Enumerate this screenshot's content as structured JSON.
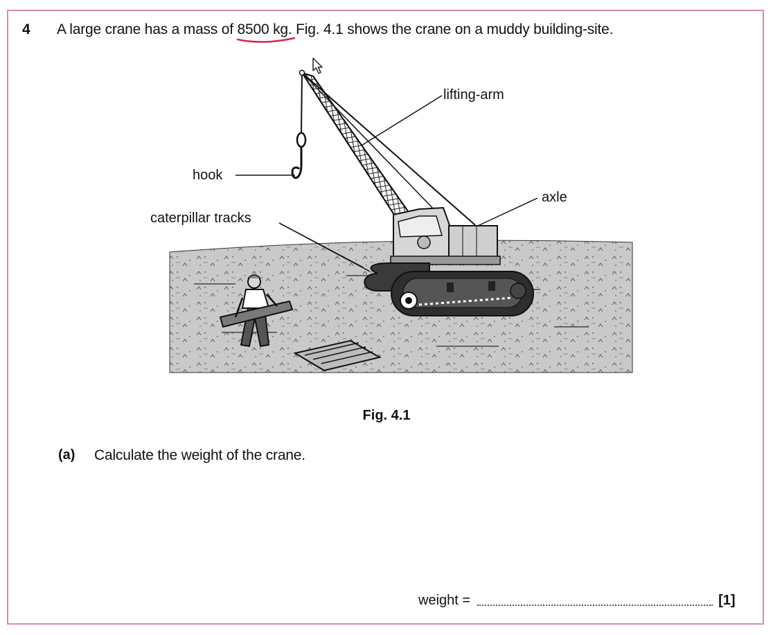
{
  "question": {
    "number": "4",
    "text_before": "A large crane has a mass of ",
    "mass_value": "8500 kg",
    "text_after": ". Fig. 4.1 shows the crane on a muddy building-site."
  },
  "figure": {
    "labels": {
      "lifting_arm": "lifting-arm",
      "hook": "hook",
      "axle": "axle",
      "caterpillar_tracks": "caterpillar tracks"
    },
    "caption": "Fig. 4.1"
  },
  "part_a": {
    "label": "(a)",
    "text": "Calculate the weight of the crane.",
    "answer_label": "weight =",
    "marks": "[1]"
  },
  "colors": {
    "frame": "#d98aa7",
    "annotation": "#d2274f"
  }
}
